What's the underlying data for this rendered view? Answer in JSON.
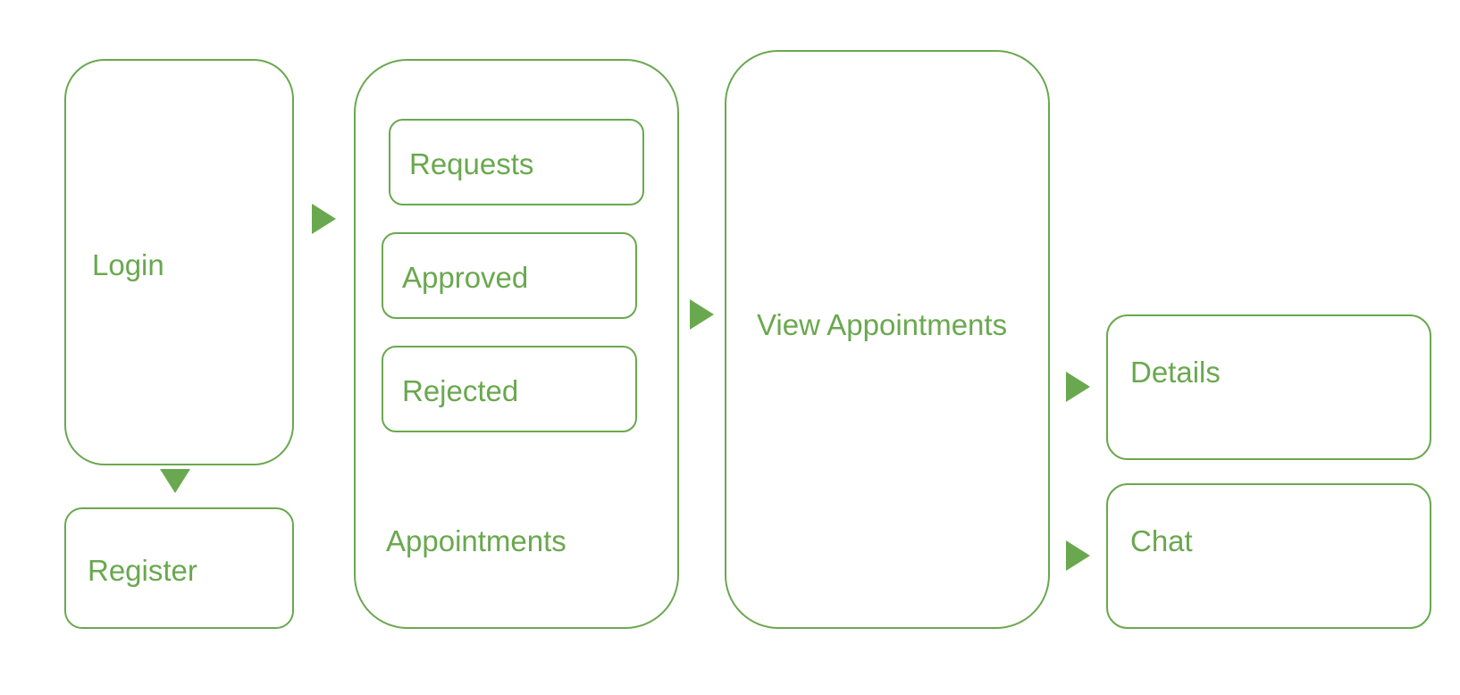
{
  "diagram": {
    "login": {
      "label": "Login"
    },
    "register": {
      "label": "Register"
    },
    "appointments": {
      "label": "Appointments",
      "items": [
        {
          "label": "Requests"
        },
        {
          "label": "Approved"
        },
        {
          "label": "Rejected"
        }
      ]
    },
    "view_appointments": {
      "label": "View Appointments"
    },
    "details": {
      "label": "Details"
    },
    "chat": {
      "label": "Chat"
    }
  },
  "colors": {
    "accent": "#6aa84f",
    "background": "#ffffff"
  }
}
